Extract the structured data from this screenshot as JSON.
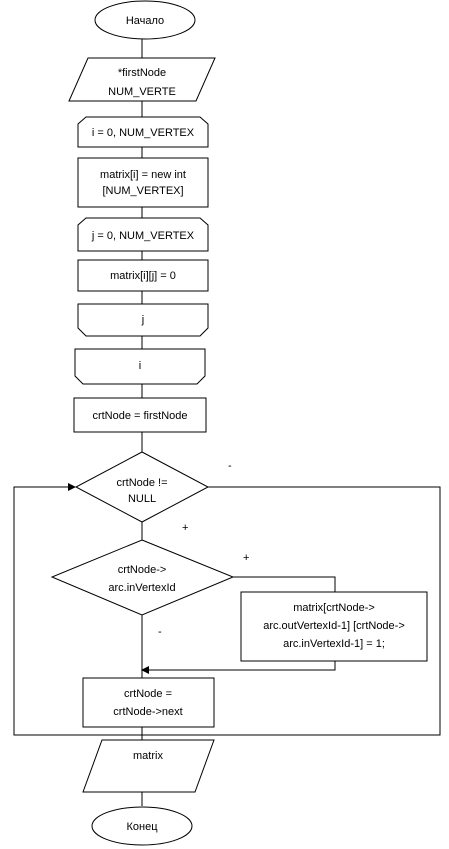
{
  "flowchart": {
    "start": "Начало",
    "input_1": "*firstNode",
    "input_2": "NUM_VERTE",
    "loop_i_open": "i = 0, NUM_VERTEX",
    "alloc_1": "matrix[i] = new int",
    "alloc_2": "[NUM_VERTEX]",
    "loop_j_open": "j = 0, NUM_VERTEX",
    "zero_assign": "matrix[i][j] = 0",
    "loop_j_close": "j",
    "loop_i_close": "i",
    "init_node": "crtNode = firstNode",
    "cond_null_1": "crtNode !=",
    "cond_null_2": "NULL",
    "cond_arc_1": "crtNode->",
    "cond_arc_2": "arc.inVertexId",
    "set_1": "matrix[crtNode->",
    "set_2": "arc.outVertexId-1] [crtNode->",
    "set_3": "arc.inVertexId-1] = 1;",
    "next_1": "crtNode =",
    "next_2": "crtNode->next",
    "output": "matrix",
    "end": "Конец",
    "label_minus_1": "-",
    "label_plus_1": "+",
    "label_plus_2": "+",
    "label_minus_2": "-"
  }
}
